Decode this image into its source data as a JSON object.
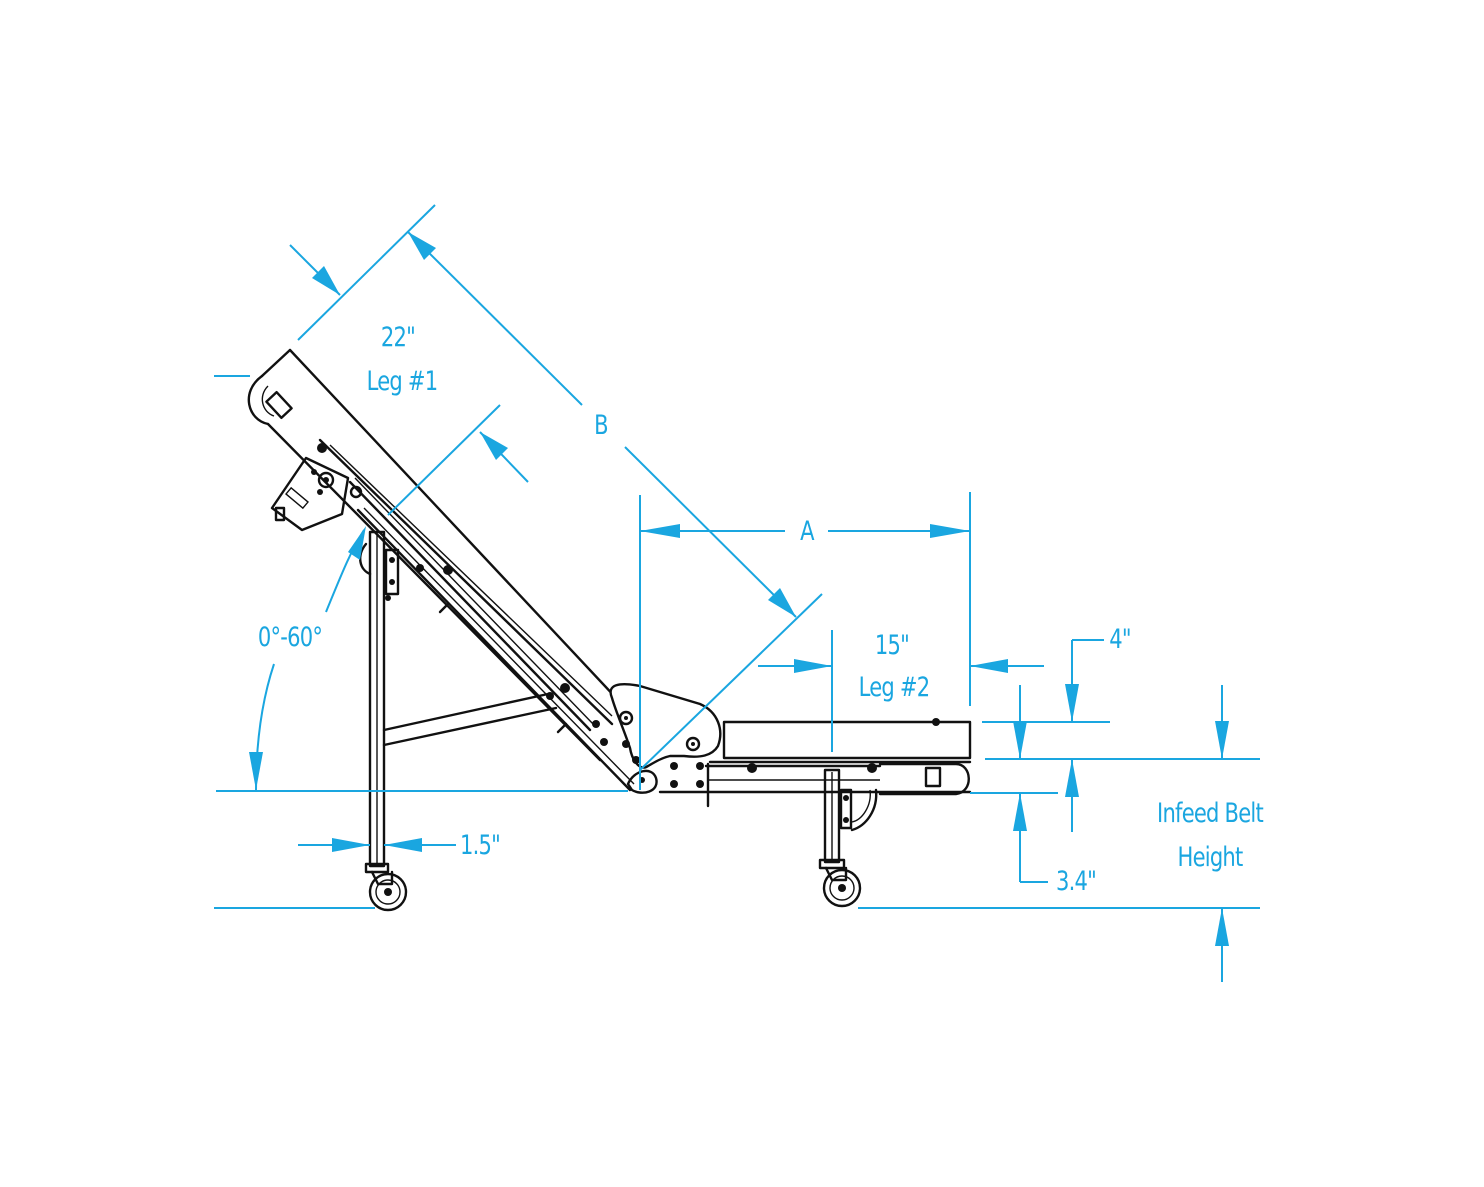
{
  "diagram": {
    "title": "Incline conveyor side-view dimension drawing",
    "colors": {
      "dimension": "#1aa6e0",
      "linework": "#111111",
      "background": "#ffffff"
    },
    "labels": {
      "leg1_length": "22\"",
      "leg1_name": "Leg #1",
      "dim_b": "B",
      "dim_a": "A",
      "leg2_length": "15\"",
      "leg2_name": "Leg #2",
      "angle_range": "0°-60°",
      "leg_width": "1.5\"",
      "infeed_offset_top": "4\"",
      "infeed_offset_bottom": "3.4\"",
      "infeed_belt_height_line1": "Infeed Belt",
      "infeed_belt_height_line2": "Height"
    },
    "components": [
      "inclined-belt-section",
      "horizontal-infeed-section",
      "elbow-hinge",
      "drive-motor-mount",
      "support-leg-1",
      "support-leg-2",
      "diagonal-brace",
      "caster-wheel-1",
      "caster-wheel-2"
    ]
  }
}
